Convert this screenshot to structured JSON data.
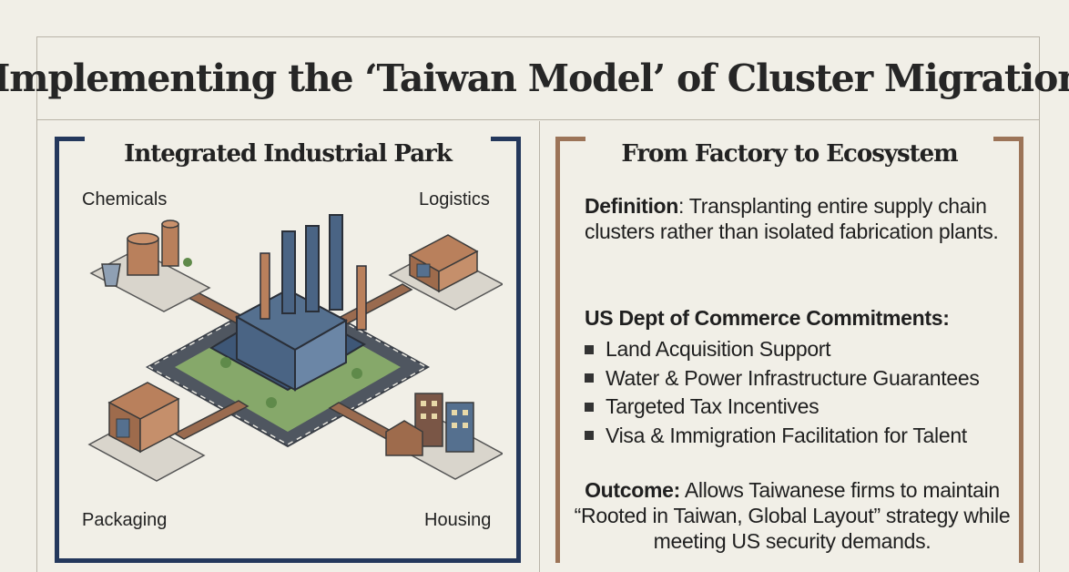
{
  "title": "Implementing the ‘Taiwan Model’ of Cluster Migration",
  "left": {
    "heading": "Integrated Industrial Park",
    "zones": {
      "chemicals": "Chemicals",
      "logistics": "Logistics",
      "packaging": "Packaging",
      "housing": "Housing"
    },
    "icons": [
      "factory-icon",
      "chemical-plant-icon",
      "warehouse-icon",
      "packaging-building-icon",
      "housing-icon",
      "road-ring",
      "conveyor-pipe"
    ]
  },
  "right": {
    "heading": "From Factory to Ecosystem",
    "definition_label": "Definition",
    "definition_text": ": Transplanting entire supply chain clusters rather than isolated fabrication plants.",
    "commitments_heading": "US Dept of Commerce Commitments:",
    "commitments": [
      "Land Acquisition Support",
      "Water & Power Infrastructure Guarantees",
      "Targeted Tax Incentives",
      "Visa & Immigration Facilitation for Talent"
    ],
    "outcome_label": "Outcome:",
    "outcome_text": " Allows Taiwanese firms to maintain “Rooted in Taiwan, Global Layout” strategy while meeting US security demands."
  },
  "colors": {
    "background": "#f1efe7",
    "navy_frame": "#24385c",
    "copper_frame": "#9c7458",
    "building_blue": "#55708f",
    "building_copper": "#b9805c",
    "road": "#4f5660",
    "grass": "#86a86a"
  }
}
